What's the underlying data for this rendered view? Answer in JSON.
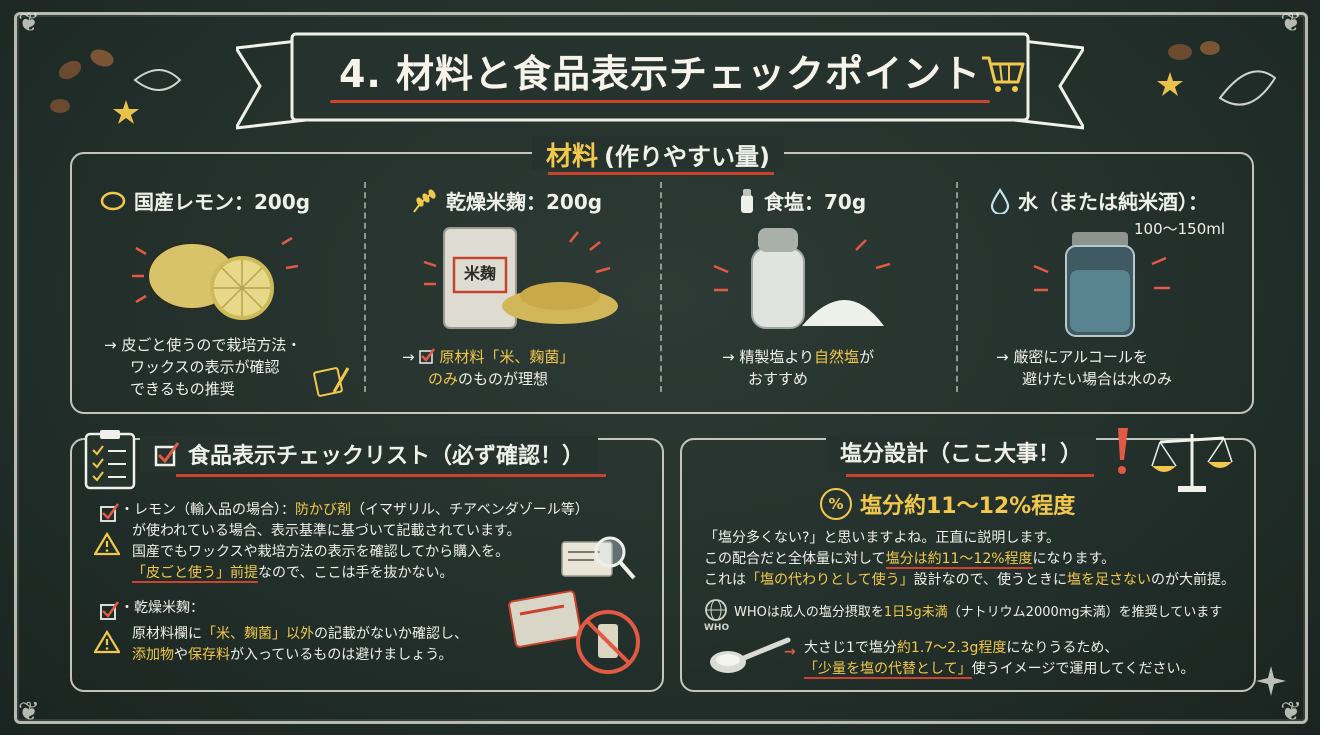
{
  "title": "4. 材料と食品表示チェックポイント",
  "materials": {
    "heading": "材料",
    "heading_sub": "(作りやすい量)",
    "items": [
      {
        "label": "国産レモン：200g",
        "note1": "→ 皮ごと使うので栽培方法・",
        "note2": "ワックスの表示が確認",
        "note3": "できるもの推奨"
      },
      {
        "label": "乾燥米麹：200g",
        "bag_label": "米麹",
        "note_pre": "→ ",
        "note_gold": "原材料「米、麹菌」",
        "note2_gold": "のみ",
        "note2_rest": "のものが理想"
      },
      {
        "label": "食塩：70g",
        "note_pre": "→ 精製塩より",
        "note_gold": "自然塩",
        "note_post": "が",
        "note2": "おすすめ"
      },
      {
        "label": "水（または純米酒）：",
        "label2": "100～150ml",
        "note1": "→ 厳密にアルコールを",
        "note2": "避けたい場合は水のみ"
      }
    ]
  },
  "checklist": {
    "heading": "食品表示チェックリスト（必ず確認！）",
    "lemon": {
      "line1_pre": "・レモン（輸入品の場合）：",
      "line1_gold": "防かび剤",
      "line1_post": "（イマザリル、チアベンダゾール等）",
      "line2": "が使われている場合、表示基準に基づいて記載されています。",
      "line3": "国産でもワックスや栽培方法の表示を確認してから購入を。",
      "line4_gold": "「皮ごと使う」前提",
      "line4_post": "なので、ここは手を抜かない。"
    },
    "koji": {
      "line1": "・乾燥米麹：",
      "line2_pre": "原材料欄に",
      "line2_gold": "「米、麹菌」以外",
      "line2_post": "の記載がないか確認し、",
      "line3_gold1": "添加物",
      "line3_mid": "や",
      "line3_gold2": "保存料",
      "line3_post": "が入っているものは避けましょう。"
    }
  },
  "salt": {
    "heading": "塩分設計（ここ大事！）",
    "pct_badge": "%",
    "big": "塩分約11～12%程度",
    "line1": "「塩分多くない?」と思いますよね。正直に説明します。",
    "line2_pre": "この配合だと全体量に対して",
    "line2_gold": "塩分は約11～12%程度",
    "line2_post": "になります。",
    "line3_pre": "これは",
    "line3_gold": "「塩の代わりとして使う」",
    "line3_mid": "設計なので、使うときに",
    "line3_gold2": "塩を足さない",
    "line3_post": "のが大前提。",
    "who_logo": "WHO",
    "who_pre": "WHOは成人の塩分摂取を",
    "who_gold": "1日5g未満",
    "who_post": "（ナトリウム2000mg未満）を推奨しています",
    "spoon_pre": "大さじ1で塩分",
    "spoon_gold": "約1.7～2.3g程度",
    "spoon_post": "になりうるため、",
    "last_gold": "「少量を塩の代替として」",
    "last_post": "使うイメージで運用してください。"
  },
  "colors": {
    "gold": "#f1c84b",
    "red": "#c8442f",
    "chalk": "#eef0ea",
    "board": "#26322d"
  }
}
